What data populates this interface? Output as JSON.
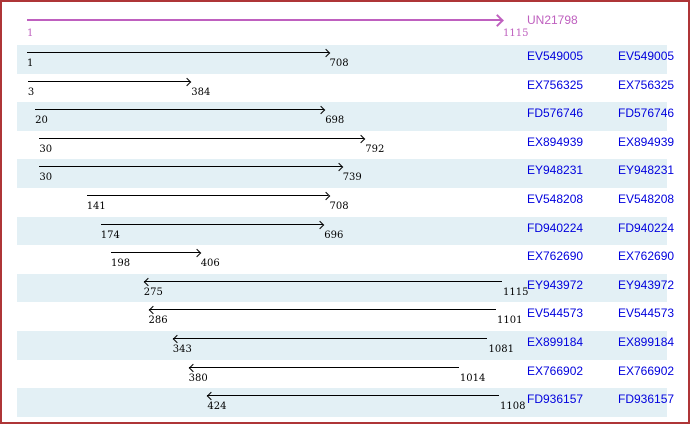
{
  "reference": {
    "name": "UN21798",
    "start": 1,
    "end": 1115
  },
  "est_rows": [
    {
      "accession": "EV549005",
      "start": 1,
      "end": 708,
      "direction": "forward"
    },
    {
      "accession": "EX756325",
      "start": 3,
      "end": 384,
      "direction": "forward"
    },
    {
      "accession": "FD576746",
      "start": 20,
      "end": 698,
      "direction": "forward"
    },
    {
      "accession": "EX894939",
      "start": 30,
      "end": 792,
      "direction": "forward"
    },
    {
      "accession": "EY948231",
      "start": 30,
      "end": 739,
      "direction": "forward"
    },
    {
      "accession": "EV548208",
      "start": 141,
      "end": 708,
      "direction": "forward"
    },
    {
      "accession": "FD940224",
      "start": 174,
      "end": 696,
      "direction": "forward"
    },
    {
      "accession": "EX762690",
      "start": 198,
      "end": 406,
      "direction": "forward"
    },
    {
      "accession": "EY943972",
      "start": 275,
      "end": 1115,
      "direction": "reverse"
    },
    {
      "accession": "EV544573",
      "start": 286,
      "end": 1101,
      "direction": "reverse"
    },
    {
      "accession": "EX899184",
      "start": 343,
      "end": 1081,
      "direction": "reverse"
    },
    {
      "accession": "EX766902",
      "start": 380,
      "end": 1014,
      "direction": "reverse"
    },
    {
      "accession": "FD936157",
      "start": 424,
      "end": 1108,
      "direction": "reverse"
    }
  ],
  "colors": {
    "border": "#ae3537",
    "band": "#e3f0f5",
    "link": "#0000dd",
    "reference": "#bf60bf",
    "arrow": "#000000"
  }
}
